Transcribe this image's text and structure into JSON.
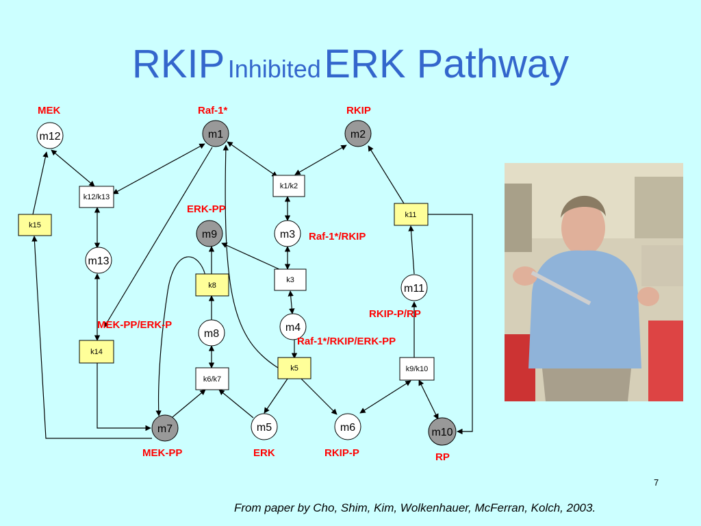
{
  "title": {
    "part1": "RKIP",
    "part2": "Inhibited",
    "part3": "ERK Pathway"
  },
  "nodes": {
    "m1": "m1",
    "m2": "m2",
    "m3": "m3",
    "m4": "m4",
    "m5": "m5",
    "m6": "m6",
    "m7": "m7",
    "m8": "m8",
    "m9": "m9",
    "m10": "m10",
    "m11": "m11",
    "m12": "m12",
    "m13": "m13"
  },
  "reactions": {
    "k1k2": "k1/k2",
    "k3": "k3",
    "k5": "k5",
    "k6k7": "k6/k7",
    "k8": "k8",
    "k9k10": "k9/k10",
    "k11": "k11",
    "k12k13": "k12/k13",
    "k14": "k14",
    "k15": "k15"
  },
  "labels": {
    "mek": "MEK",
    "raf1": "Raf-1*",
    "rkip": "RKIP",
    "erkpp": "ERK-PP",
    "raf1rkip": "Raf-1*/RKIP",
    "mekpperkp": "MEK-PP/ERK-P",
    "rkipprp": "RKIP-P/RP",
    "raf1rkiperkpp": "Raf-1*/RKIP/ERK-PP",
    "mekpp": "MEK-PP",
    "erk": "ERK",
    "rkipp": "RKIP-P",
    "rp": "RP"
  },
  "colors": {
    "background": "#ccffff",
    "title": "#3366cc",
    "label": "#ff0000",
    "shaded_node": "#999999",
    "yellow_box": "#ffff99"
  },
  "slide_number": "7",
  "citation": "From paper by Cho, Shim, Kim, Wolkenhauer, McFerran, Kolch, 2003."
}
